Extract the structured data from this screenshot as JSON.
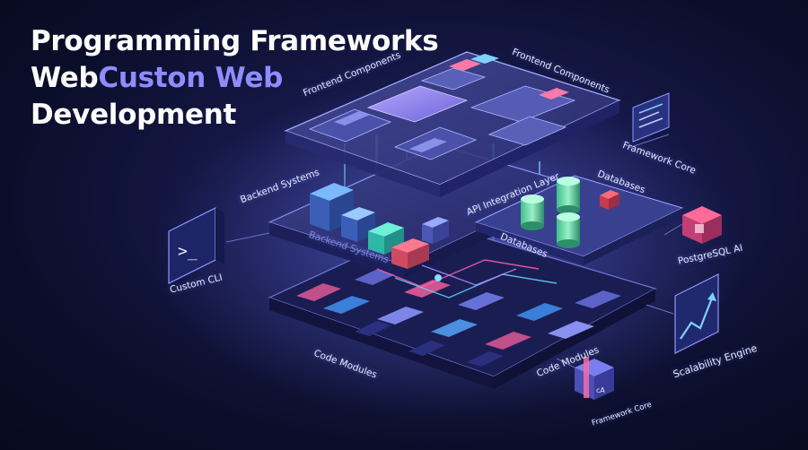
{
  "title": {
    "line1": "Programming Frameworks",
    "line2_white": "Web",
    "line2_accent": "Custon Web",
    "line3": "Development"
  },
  "labels": {
    "frontend_components_top": "Frontend Components",
    "frontend_components_right": "Frontend Components",
    "framework_core_right": "Framework Core",
    "backend_systems_side": "Backend Systems",
    "backend_systems_layer": "Backend Systems",
    "api_integration_layer": "API Integration Layer",
    "databases_top": "Databases",
    "databases_layer": "Databases",
    "custom_cli": "Custom CLI",
    "postgresql_ai": "PostgreSQL AI",
    "code_modules_left": "Code Modules",
    "code_modules_bottom": "Code Modules",
    "scalability_engine": "Scalability Engine",
    "framework_core_bottom": "Framework Core"
  },
  "icons": {
    "cli_prompt": ">_",
    "module_box": "cA"
  },
  "colors": {
    "background": "#0b0e2a",
    "accent_purple": "#8e8cff",
    "glow_cyan": "#5fd3ff",
    "glow_pink": "#ff5fa8",
    "panel_edge": "#9aa6ff"
  }
}
